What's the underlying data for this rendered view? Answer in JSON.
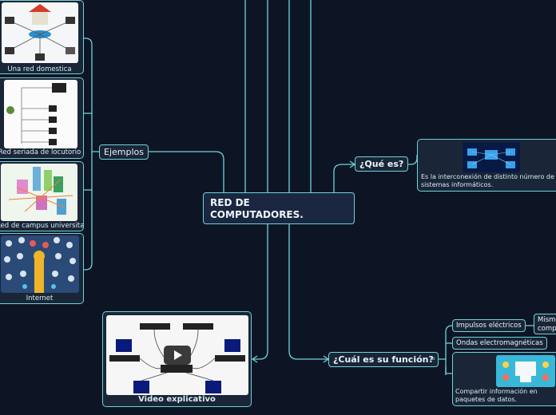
{
  "central": {
    "title": "RED DE COMPUTADORES."
  },
  "ejemplos": {
    "label": "Ejemplos",
    "items": [
      {
        "label": "Una red domestica"
      },
      {
        "label": "Red seriada de locutorio"
      },
      {
        "label": "Red de campus universitario"
      },
      {
        "label": "Internet"
      }
    ]
  },
  "video": {
    "label": "Video explicativo"
  },
  "que_es": {
    "label": "¿Qué es?",
    "description": "Es la interconexión de distinto número de sistemas informáticos."
  },
  "funcion": {
    "label": "¿Cuál es su función?",
    "children": [
      {
        "label": "Impulsos eléctricos"
      },
      {
        "label": "Ondas electromagnéticas"
      },
      {
        "label": "Compartir información en paquetes de datos."
      }
    ],
    "impulsos_child": "Mismo compu"
  },
  "colors": {
    "background": "#0d1525",
    "line": "#6fd3d8",
    "node": "#1a2538",
    "text": "#d7eef2"
  }
}
